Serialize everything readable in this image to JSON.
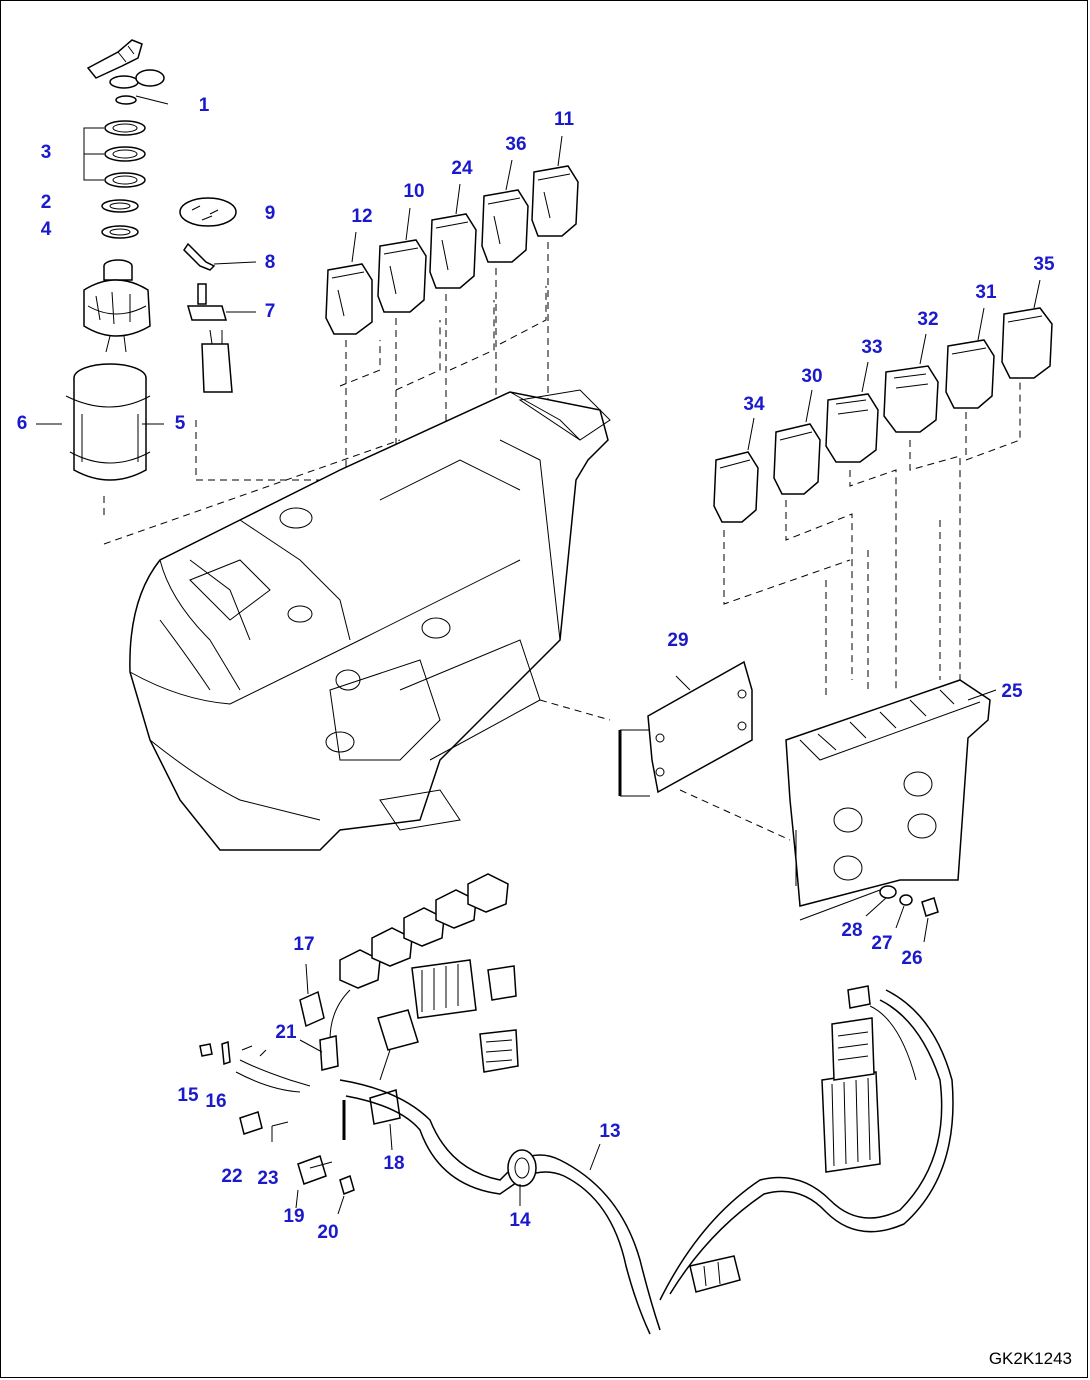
{
  "drawing_code": "GK2K1243",
  "callouts": [
    {
      "label": "1"
    },
    {
      "label": "3"
    },
    {
      "label": "2"
    },
    {
      "label": "4"
    },
    {
      "label": "9"
    },
    {
      "label": "8"
    },
    {
      "label": "7"
    },
    {
      "label": "6"
    },
    {
      "label": "5"
    },
    {
      "label": "12"
    },
    {
      "label": "10"
    },
    {
      "label": "24"
    },
    {
      "label": "36"
    },
    {
      "label": "11"
    },
    {
      "label": "35"
    },
    {
      "label": "31"
    },
    {
      "label": "32"
    },
    {
      "label": "33"
    },
    {
      "label": "30"
    },
    {
      "label": "34"
    },
    {
      "label": "29"
    },
    {
      "label": "25"
    },
    {
      "label": "28"
    },
    {
      "label": "27"
    },
    {
      "label": "26"
    },
    {
      "label": "17"
    },
    {
      "label": "21"
    },
    {
      "label": "15"
    },
    {
      "label": "16"
    },
    {
      "label": "22"
    },
    {
      "label": "23"
    },
    {
      "label": "18"
    },
    {
      "label": "13"
    },
    {
      "label": "14"
    },
    {
      "label": "19"
    },
    {
      "label": "20"
    }
  ]
}
